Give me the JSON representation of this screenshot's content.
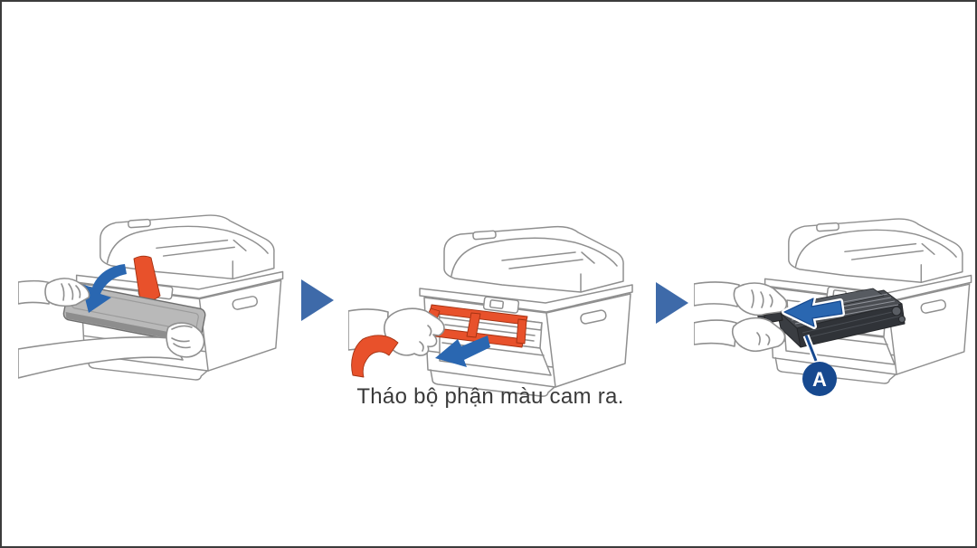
{
  "figure": {
    "type": "printer-setup-instruction-diagram",
    "caption": "Tháo bộ phận màu cam ra.",
    "badge_label": "A",
    "steps": [
      {
        "id": 1,
        "name": "open-front-cover"
      },
      {
        "id": 2,
        "name": "remove-orange-protective-part"
      },
      {
        "id": 3,
        "name": "pull-out-drum-unit",
        "callout": "A"
      }
    ],
    "icons": {
      "separator": "right-triangle-arrow",
      "step1_arrow": "curved-open-down-arrow",
      "step2_arrow": "pull-out-down-left-arrow",
      "step3_arrow": "pull-out-left-arrow"
    },
    "colors": {
      "border": "#3c3c3c",
      "background": "#ffffff",
      "outline_gray": "#8f8f8f",
      "cover_gray": "#b9b9b9",
      "arrow_blue": "#2a67b1",
      "separator_blue": "#3e6aa9",
      "badge_navy": "#17498f",
      "highlight_orange": "#e8512b",
      "drum_dark": "#4a4d52",
      "caption_text": "#3a3a3a"
    }
  }
}
